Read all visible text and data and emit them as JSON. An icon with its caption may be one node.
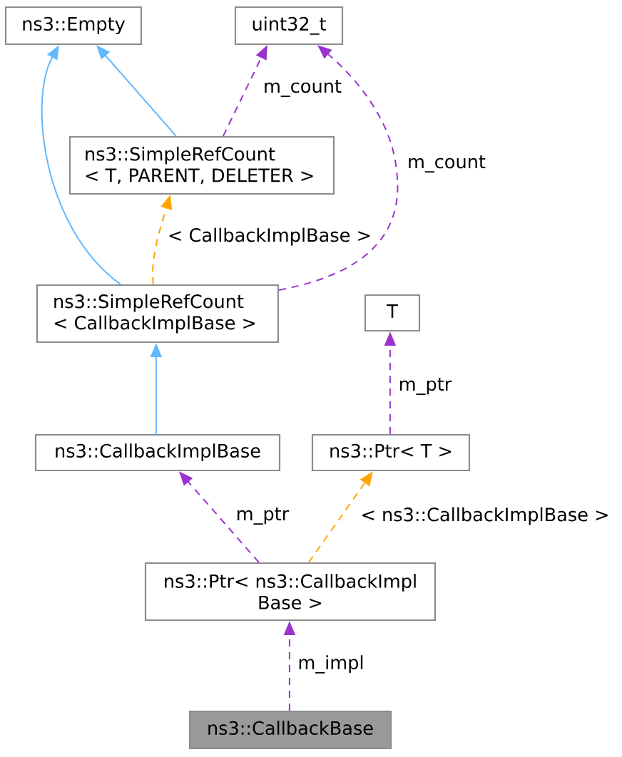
{
  "diagram": {
    "nodes": [
      {
        "text": [
          "ns3::Empty"
        ]
      },
      {
        "text": [
          "uint32_t"
        ]
      },
      {
        "text": [
          "ns3::SimpleRefCount < T, PARENT, DELETER >"
        ]
      },
      {
        "text": [
          "ns3::SimpleRefCount < CallbackImplBase >"
        ]
      },
      {
        "text": [
          "T"
        ]
      },
      {
        "text": [
          "ns3::CallbackImplBase"
        ]
      },
      {
        "text": [
          "ns3::Ptr< T >"
        ]
      },
      {
        "text": [
          "ns3::Ptr< ns3::CallbackImpl Base >"
        ]
      },
      {
        "text": [
          "ns3::CallbackBase"
        ]
      }
    ],
    "edges": [
      {
        "from": 3,
        "to": 0,
        "arrow": "to",
        "color": "#63b8ff"
      },
      {
        "from": 2,
        "to": 0,
        "arrow": "to",
        "color": "#63b8ff"
      },
      {
        "from": 2,
        "to": 1,
        "arrow": "to",
        "label": "m_count",
        "style": "dashed"
      },
      {
        "from": 3,
        "to": 1,
        "arrow": "to",
        "label": "m_count",
        "style": "dashed"
      },
      {
        "from": 3,
        "to": 2,
        "arrow": "to",
        "label": "< CallbackImplBase >",
        "style": "dashed",
        "color": "#ffa500"
      },
      {
        "from": 5,
        "to": 3,
        "arrow": "to",
        "color": "#63b8ff"
      },
      {
        "from": 6,
        "to": 4,
        "arrow": "to",
        "label": "m_ptr",
        "style": "dashed"
      },
      {
        "from": 7,
        "to": 5,
        "arrow": "to",
        "label": "m_ptr",
        "style": "dashed"
      },
      {
        "from": 7,
        "to": 6,
        "arrow": "to",
        "label": "< ns3::CallbackImplBase >",
        "style": "dashed",
        "color": "#ffa500"
      },
      {
        "from": 8,
        "to": 7,
        "arrow": "to",
        "label": "m_impl",
        "style": "dashed"
      }
    ]
  }
}
